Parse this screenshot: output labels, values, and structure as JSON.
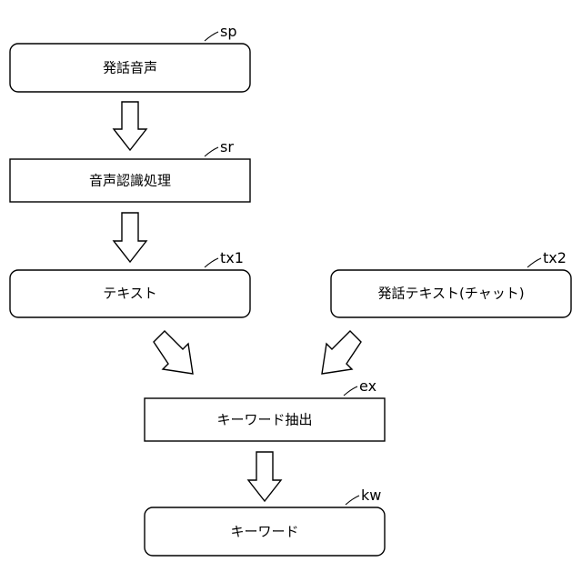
{
  "nodes": {
    "sp": {
      "ref": "sp",
      "label": "発話音声"
    },
    "sr": {
      "ref": "sr",
      "label": "音声認識処理"
    },
    "tx1": {
      "ref": "tx1",
      "label": "テキスト"
    },
    "tx2": {
      "ref": "tx2",
      "label": "発話テキスト(チャット)"
    },
    "ex": {
      "ref": "ex",
      "label": "キーワード抽出"
    },
    "kw": {
      "ref": "kw",
      "label": "キーワード"
    }
  }
}
